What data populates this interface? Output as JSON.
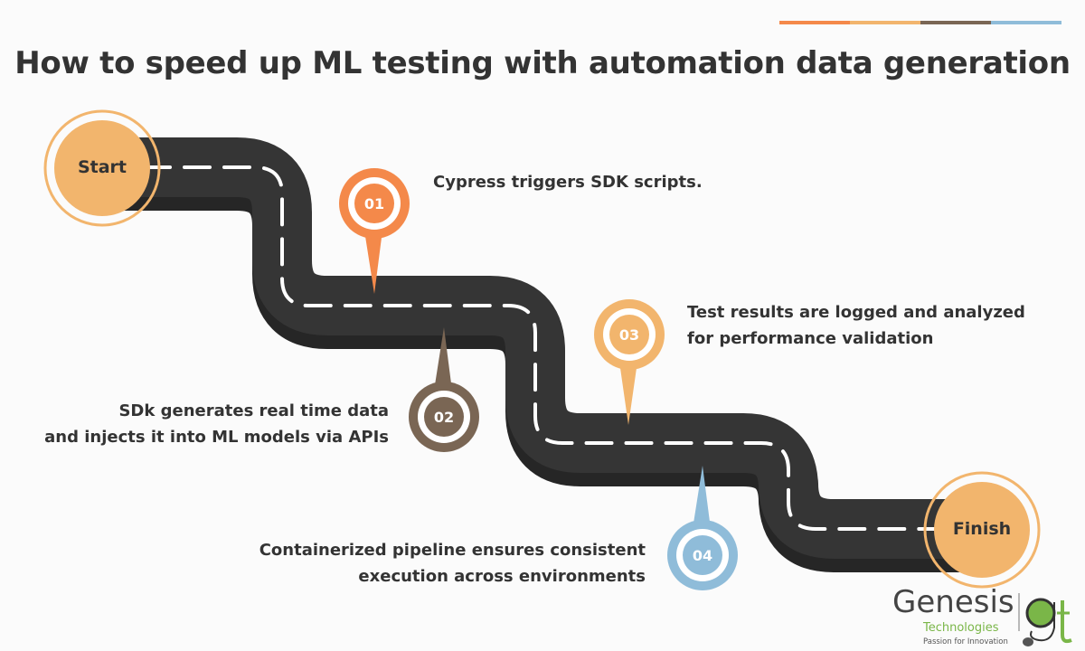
{
  "accent_colors": [
    "#f4894a",
    "#f2b56d",
    "#7a6654",
    "#8fbcd9"
  ],
  "title": "How to speed up ML testing with automation data generation",
  "road": {
    "color": "#353535",
    "shadow_color": "#262626",
    "dash_color": "#ffffff"
  },
  "start": {
    "label": "Start",
    "color": "#f2b56d"
  },
  "finish": {
    "label": "Finish",
    "color": "#f2b56d"
  },
  "steps": [
    {
      "number": "01",
      "color": "#f4894a",
      "lines": [
        "Cypress triggers SDK scripts."
      ]
    },
    {
      "number": "02",
      "color": "#7a6654",
      "lines": [
        "SDk generates real time data",
        "and injects it into ML models via APIs"
      ]
    },
    {
      "number": "03",
      "color": "#f2b56d",
      "lines": [
        "Test results are logged and analyzed",
        "for performance validation"
      ]
    },
    {
      "number": "04",
      "color": "#8fbcd9",
      "lines": [
        "Containerized pipeline ensures consistent",
        "execution across environments"
      ]
    }
  ],
  "logo": {
    "brand": "Genesis",
    "subtitle": "Technologies",
    "tagline": "Passion for Innovation",
    "mark": "gt",
    "brand_color": "#444444",
    "accent_color": "#7ab648"
  }
}
